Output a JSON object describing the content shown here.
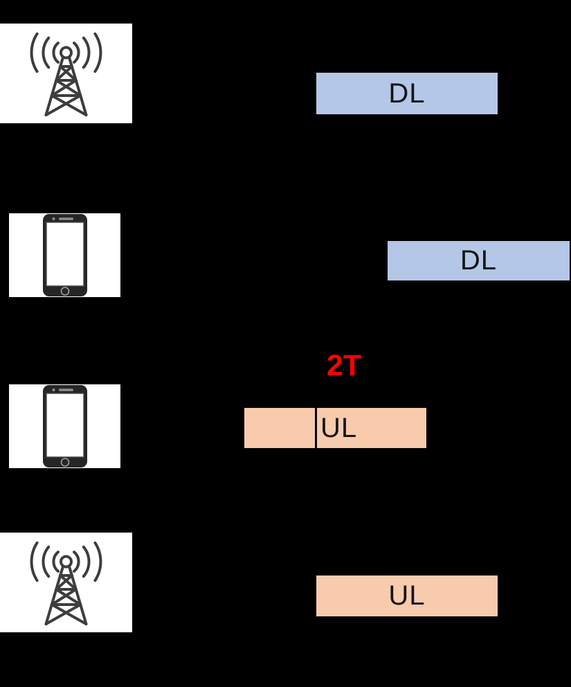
{
  "diagram": {
    "background": "#000000",
    "colors": {
      "downlink_fill": "#b4c7e7",
      "uplink_fill": "#f8cbad",
      "annotation": "#ff0000",
      "icon_panel": "#ffffff"
    },
    "rows": [
      {
        "icon": "cell-tower",
        "label": "DL"
      },
      {
        "icon": "smartphone",
        "label": "DL"
      },
      {
        "icon": "smartphone",
        "label": "UL",
        "annotation": "2T"
      },
      {
        "icon": "cell-tower",
        "label": "UL"
      }
    ]
  }
}
